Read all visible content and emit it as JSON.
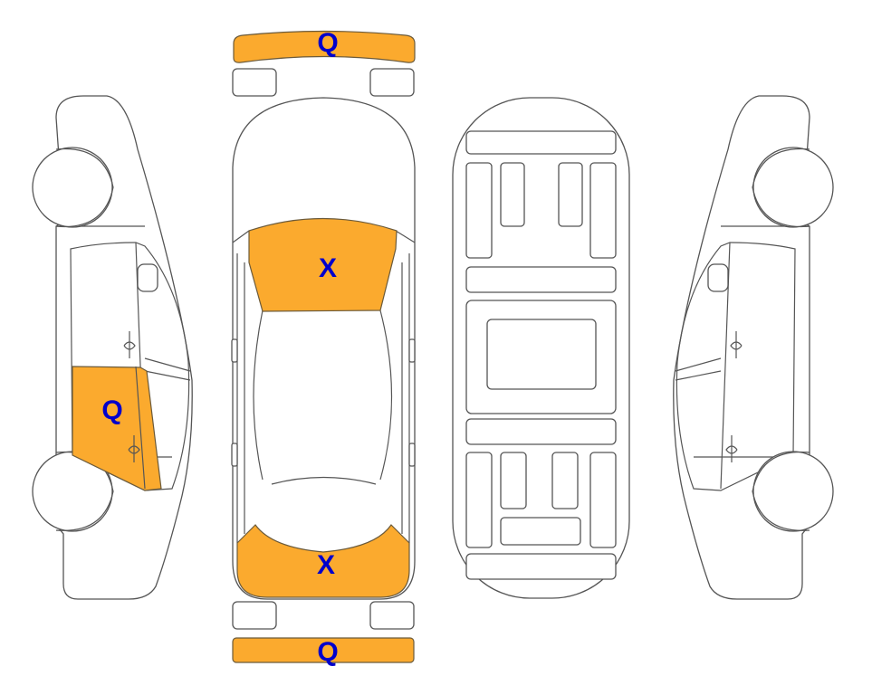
{
  "colors": {
    "damage_fill": "#FBAA2E",
    "label": "#0000CC",
    "outline": "#555555"
  },
  "markers": {
    "front_bumper": "Q",
    "windshield": "X",
    "rear_window": "X",
    "rear_bumper": "Q",
    "left_rear_door": "Q"
  }
}
